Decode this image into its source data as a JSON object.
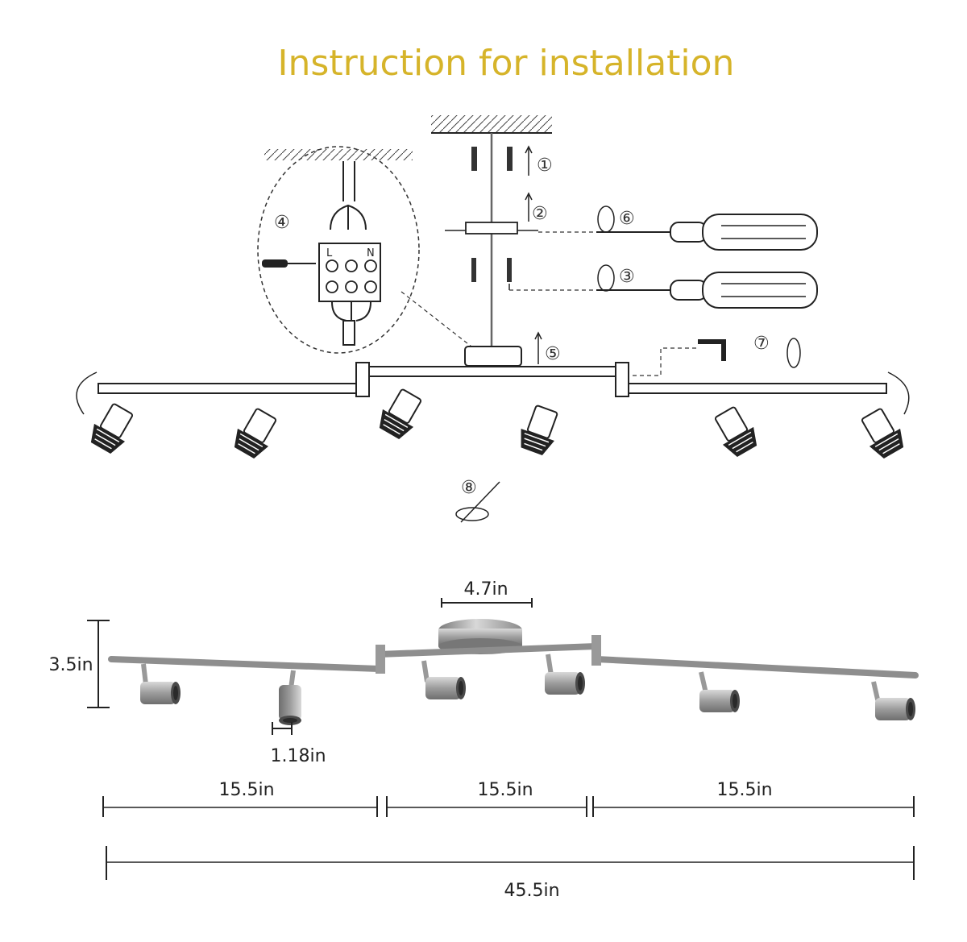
{
  "title": "Instruction for installation",
  "steps": [
    "①",
    "②",
    "③",
    "④",
    "⑤",
    "⑥",
    "⑦",
    "⑧"
  ],
  "terminal_labels": {
    "live": "L",
    "neutral": "N"
  },
  "dimensions": {
    "canopy_width": "4.7in",
    "height": "3.5in",
    "head_width": "1.18in",
    "segment_left": "15.5in",
    "segment_middle": "15.5in",
    "segment_right": "15.5in",
    "total_length": "45.5in"
  },
  "colors": {
    "title": "#d6b42a",
    "line": "#222222",
    "metal": "#9a9a9a"
  }
}
